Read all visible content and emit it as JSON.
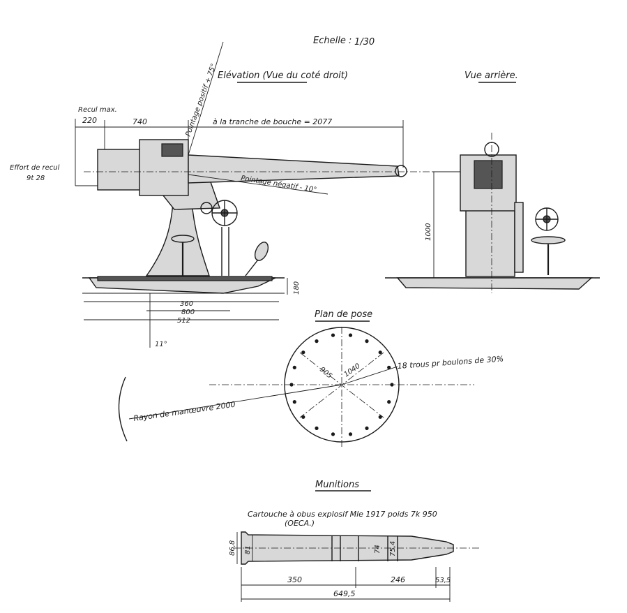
{
  "scale": {
    "label": "Echelle :",
    "value": "1/30"
  },
  "elevation": {
    "title": "Elévation (Vue du coté droit)",
    "labels": {
      "recul": "Recul max.",
      "recul_value": "220",
      "dim_740": "740",
      "pointage_positif": "Pointage positif + 75°",
      "tranche_bouche": "à la tranche de bouche = 2077",
      "effort_recul": "Effort de recul",
      "effort_value": "9t 28",
      "pointage_negatif": "Pointage négatif - 10°",
      "dim_180": "180",
      "dim_360": "360",
      "dim_800": "800",
      "dim_512": "512",
      "dim_11": "11°"
    }
  },
  "rear_view": {
    "title": "Vue arrière.",
    "labels": {
      "dim_1000": "1000"
    }
  },
  "plan": {
    "title": "Plan de pose",
    "labels": {
      "r_905": "905",
      "r_1040": "1040",
      "trous": "18 trous pr boulons de 30%",
      "rayon": "Rayon de manœuvre 2000"
    }
  },
  "munitions": {
    "title": "Munitions",
    "cartridge_line1": "Cartouche à obus explosif Mle 1917 poids 7k 950",
    "cartridge_line2": "(OECA.)",
    "labels": {
      "d_86": "86,8",
      "d_81": "81",
      "d_74": "74",
      "d_75": "75,4",
      "l_350": "350",
      "l_246": "246",
      "l_53": "53,5",
      "l_649": "649,5"
    }
  }
}
